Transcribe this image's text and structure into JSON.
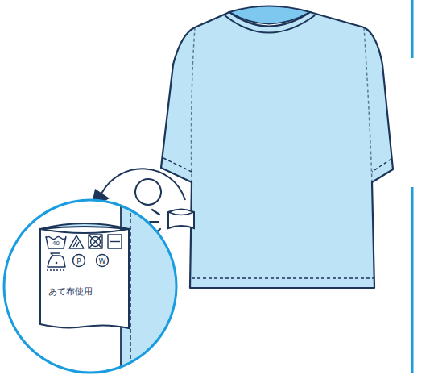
{
  "diagram": {
    "nodes": [
      {
        "text": [
          "あて布使用"
        ]
      }
    ],
    "labels": [
      "40",
      "P",
      "W"
    ]
  }
}
